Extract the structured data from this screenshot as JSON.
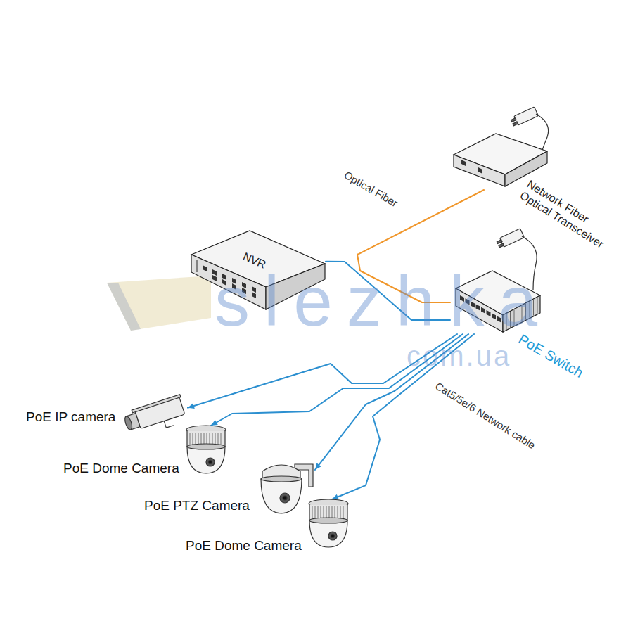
{
  "diagram": {
    "nodes": [
      {
        "text": [
          "Network Fiber Optical Transceiver"
        ]
      },
      {
        "text": [
          "NVR"
        ]
      },
      {
        "text": [
          "PoE Switch"
        ]
      },
      {
        "text": [
          "PoE IP camera"
        ]
      },
      {
        "text": [
          "PoE Dome Camera"
        ]
      },
      {
        "text": [
          "PoE PTZ Camera"
        ]
      },
      {
        "text": [
          "PoE Dome Camera"
        ]
      }
    ],
    "edges": [
      {
        "from": 0,
        "to": 2,
        "label": "Optical Fiber",
        "arrow": "none"
      },
      {
        "from": 1,
        "to": 2,
        "arrow": "none"
      },
      {
        "from": 2,
        "to": 3,
        "arrow": "to"
      },
      {
        "from": 2,
        "to": 4,
        "arrow": "to"
      },
      {
        "from": 2,
        "to": 5,
        "arrow": "to"
      },
      {
        "from": 2,
        "to": 6,
        "arrow": "to"
      }
    ],
    "labels": [
      "Cat5/5e/6 Network cable",
      "slezhka",
      "com.ua"
    ]
  }
}
